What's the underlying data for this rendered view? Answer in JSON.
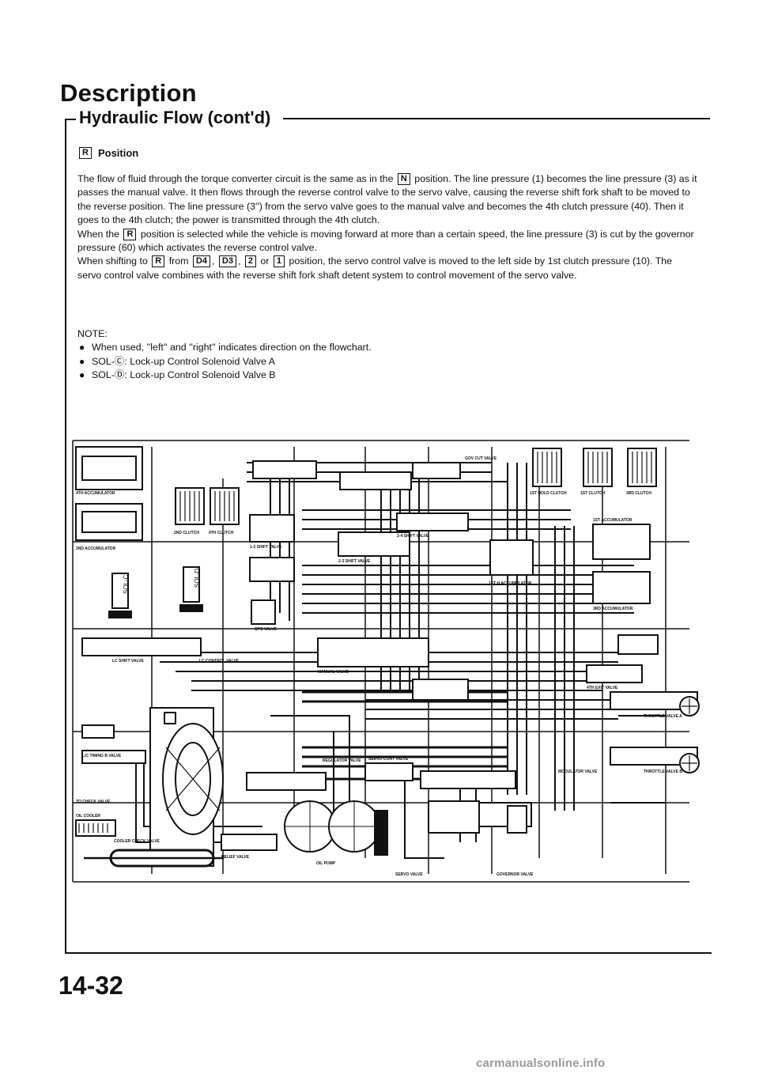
{
  "heading": "Description",
  "subheading": "Hydraulic Flow (cont'd)",
  "section": {
    "key": "R",
    "title": "Position"
  },
  "paragraphs": {
    "p1": [
      "The flow of fluid through the torque converter circuit is the same as in the ",
      "N",
      " position. The line pressure (1) becomes the line pressure (3) as it passes the manual valve. It then flows through the reverse control valve to the servo valve, causing the reverse shift fork shaft to be moved to the reverse position. The line pressure (3'') from the servo valve goes to the manual valve and becomes the 4th clutch pressure (40). Then it goes to the 4th clutch; the power is transmitted through the 4th clutch."
    ],
    "p2": [
      "When the ",
      "R",
      " position is selected while the vehicle is moving forward at more than a certain speed, the line pressure (3) is cut by the governor pressure (60) which activates the reverse control valve."
    ],
    "p3": [
      "When shifting to ",
      "R",
      " from ",
      "D4",
      ", ",
      "D3",
      ", ",
      "2",
      " or ",
      "1",
      " position, the servo control valve is moved to the left side by 1st clutch pressure (10). The servo control valve combines with the reverse shift fork shaft detent system to control movement of the servo valve."
    ]
  },
  "note": {
    "label": "NOTE:",
    "items": [
      "When used, ''left'' and ''right'' indicates direction on the flowchart.",
      "SOL-Ⓒ: Lock-up Control Solenoid Valve A",
      "SOL-Ⓓ: Lock-up Control Solenoid Valve B"
    ]
  },
  "diagram_labels": {
    "acc4": "4TH ACCUMULATOR",
    "acc2": "2ND ACCUMULATOR",
    "clutch2": "2ND CLUTCH",
    "clutch4": "4TH CLUTCH",
    "clutch1hold": "1ST HOLD CLUTCH",
    "clutch1": "1ST CLUTCH",
    "clutch3": "3RD CLUTCH",
    "acc1": "1ST ACCUMULATOR",
    "acc1hold": "1ST H ACCUMULATOR",
    "acc3": "3RD ACCUMULATOR",
    "shift24": "2-4 SHIFT VALVE",
    "shift23": "2-3 SHIFT VALVE",
    "shift12": "1-2 SHIFT VALVE",
    "gov_cut": "GOV CUT VALVE",
    "cpc": "CPC VALVE",
    "manual": "MANUAL VALVE",
    "lcshift": "LC SHIFT VALVE",
    "lccontrol": "LC CONTROL VALVE",
    "exit4": "4TH EXIT VALVE",
    "throttle_a": "THROTTLE VALVE A",
    "throttle_b": "THROTTLE VALVE B",
    "modulator": "MODULATOR VALVE",
    "regulator": "REGULATOR VALVE",
    "servo_ctl": "SERVO CONT VALVE",
    "servo": "SERVO VALVE",
    "governor": "GOVERNOR VALVE",
    "lc_timing": "L/C TIMING B VALVE",
    "tc_check": "TO CHECK VALVE",
    "oil_cooler": "OIL COOLER",
    "cooler_check": "COOLER CHECK VALVE",
    "relief": "RELIEF VALVE",
    "oil_pump": "OIL PUMP",
    "sol_c": "SOL-C",
    "sol_d": "SOL-D"
  },
  "page_number": "14-32",
  "watermark": "carmanualsonline.info",
  "colors": {
    "ink": "#111111",
    "watermark": "#9a9a9a",
    "paper": "#ffffff"
  }
}
